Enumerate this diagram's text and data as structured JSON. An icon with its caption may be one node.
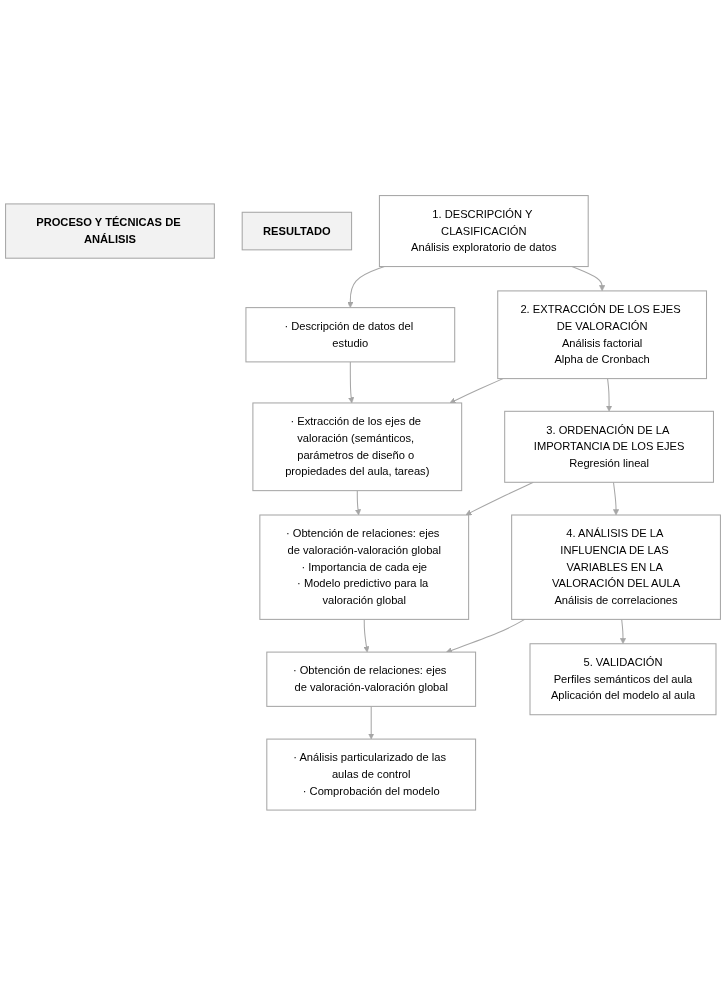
{
  "diagram": {
    "nodes": [
      {
        "text": [
          "PROCESO Y TÉCNICAS DE ANÁLISIS"
        ]
      },
      {
        "text": [
          "RESULTADO"
        ]
      },
      {
        "text": [
          "1. DESCRIPCIÓN Y CLASIFICACIÓN",
          "Análisis exploratorio de datos"
        ]
      },
      {
        "text": [
          "· Descripción de datos del estudio"
        ]
      },
      {
        "text": [
          "2. EXTRACCIÓN DE LOS EJES DE VALORACIÓN",
          "Análisis factorial",
          "Alpha de Cronbach"
        ]
      },
      {
        "text": [
          "· Extracción de los ejes de valoración (semánticos, parámetros de diseño o propiedades del aula, tareas)"
        ]
      },
      {
        "text": [
          "3. ORDENACIÓN DE LA IMPORTANCIA DE LOS EJES",
          "Regresión lineal"
        ]
      },
      {
        "text": [
          "· Obtención de relaciones: ejes de valoración-valoración global",
          "· Importancia de cada eje",
          "· Modelo predictivo para la valoración global"
        ]
      },
      {
        "text": [
          "4. ANÁLISIS DE LA INFLUENCIA DE LAS VARIABLES EN LA VALORACIÓN DEL AULA",
          "Análisis de correlaciones"
        ]
      },
      {
        "text": [
          "· Obtención de relaciones: ejes de valoración-valoración global"
        ]
      },
      {
        "text": [
          "5. VALIDACIÓN",
          "Perfiles semánticos del aula",
          "Aplicación del modelo al aula"
        ]
      },
      {
        "text": [
          "· Análisis particularizado de las aulas de control",
          "· Comprobación del modelo"
        ]
      }
    ],
    "edges": [
      {
        "from": 2,
        "to": 3,
        "arrow": "to"
      },
      {
        "from": 2,
        "to": 4,
        "arrow": "to"
      },
      {
        "from": 3,
        "to": 5,
        "arrow": "to"
      },
      {
        "from": 4,
        "to": 5,
        "arrow": "to"
      },
      {
        "from": 4,
        "to": 6,
        "arrow": "to"
      },
      {
        "from": 5,
        "to": 7,
        "arrow": "to"
      },
      {
        "from": 6,
        "to": 7,
        "arrow": "to"
      },
      {
        "from": 6,
        "to": 8,
        "arrow": "to"
      },
      {
        "from": 7,
        "to": 9,
        "arrow": "to"
      },
      {
        "from": 8,
        "to": 9,
        "arrow": "to"
      },
      {
        "from": 8,
        "to": 10,
        "arrow": "to"
      },
      {
        "from": 9,
        "to": 11,
        "arrow": "to"
      }
    ]
  }
}
